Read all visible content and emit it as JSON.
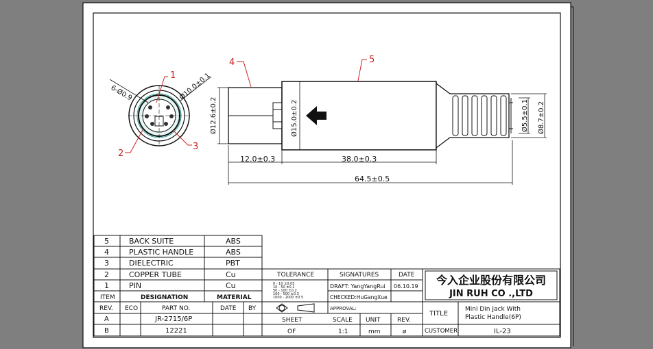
{
  "callouts": {
    "c1": "1",
    "c2": "2",
    "c3": "3",
    "c4": "4",
    "c5": "5"
  },
  "dimensions": {
    "pins": "6-Ø0.9",
    "outer_dia": "Ø10.0±0.1",
    "body_dia": "Ø12.6±0.2",
    "handle_dia": "Ø15.0±0.2",
    "cable_inner": "Ø5.5±0.1",
    "cable_outer": "Ø8.7±0.2",
    "len_front": "12.0±0.3",
    "len_handle": "38.0±0.3",
    "len_total": "64.5±0.5"
  },
  "bom": {
    "rows": [
      {
        "item": "5",
        "designation": "BACK SUITE",
        "material": "ABS"
      },
      {
        "item": "4",
        "designation": "PLASTIC HANDLE",
        "material": "ABS"
      },
      {
        "item": "3",
        "designation": "DIELECTRIC",
        "material": "PBT"
      },
      {
        "item": "2",
        "designation": "COPPER TUBE",
        "material": "Cu"
      },
      {
        "item": "1",
        "designation": "PIN",
        "material": "Cu"
      }
    ],
    "headers": {
      "item": "ITEM",
      "designation": "DESIGNATION",
      "material": "MATERIAL"
    }
  },
  "revision": {
    "headers": {
      "rev": "REV.",
      "eco": "ECO",
      "part": "PART NO.",
      "date": "DATE",
      "by": "BY"
    },
    "rows": [
      {
        "rev": "A",
        "part": "JR-2715/6P"
      },
      {
        "rev": "B",
        "part": "12221"
      }
    ]
  },
  "tolerance": {
    "title": "TOLERANCE",
    "lines": [
      "0 - 10    ±0.05",
      "10 - 50    ±0.1",
      "50 - 100    ±0.2",
      "100 - 500    ±0.3",
      "1000 - 2000  ±0.5"
    ]
  },
  "signatures": {
    "title": "SIGNATURES",
    "date_label": "DATE",
    "draft": "DRAFT: YangYangRui",
    "date": "06.10.19",
    "checked": "CHECKED:HuGangXue",
    "approval": "APPROVAL:"
  },
  "sheet": {
    "sheet_label": "SHEET",
    "scale_label": "SCALE",
    "unit_label": "UNIT",
    "rev_label": "REV.",
    "sheet": "OF",
    "scale": "1:1",
    "unit": "mm",
    "rev": "ø"
  },
  "company": {
    "name_cn": "今入企业股份有限公司",
    "name_en": "JIN  RUH  CO .,LTD"
  },
  "title_block": {
    "title_label": "TITLE",
    "title_l1": "Mini Din Jack With",
    "title_l2": "Plastic Handle(6P)",
    "customer_label": "CUSTOMER",
    "customer": "IL-23"
  },
  "colors": {
    "background": "#7f7f7f",
    "paper": "#ffffff",
    "leader": "#cc2222",
    "line": "#111111"
  }
}
